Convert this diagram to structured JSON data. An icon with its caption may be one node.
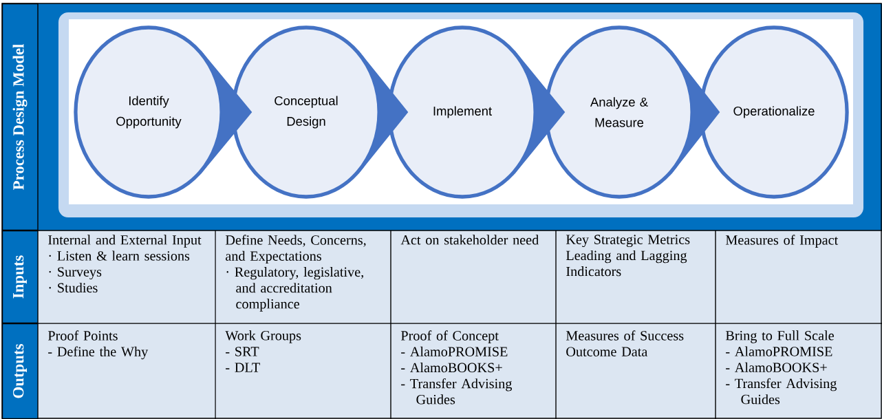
{
  "diagram": {
    "nodes": [
      {
        "text": [
          "Identify Opportunity"
        ]
      },
      {
        "text": [
          "Conceptual Design"
        ]
      },
      {
        "text": [
          "Implement"
        ]
      },
      {
        "text": [
          "Analyze & Measure"
        ]
      },
      {
        "text": [
          "Operationalize"
        ]
      }
    ],
    "edges": [
      {
        "from": 0,
        "to": 1,
        "arrow": "to"
      },
      {
        "from": 1,
        "to": 2,
        "arrow": "to"
      },
      {
        "from": 2,
        "to": 3,
        "arrow": "to"
      },
      {
        "from": 3,
        "to": 4,
        "arrow": "to"
      }
    ],
    "labels": [
      "Process Design Model",
      "Inputs",
      "Internal and External Input",
      "· Listen & learn sessions",
      "· Surveys",
      "· Studies",
      "Define Needs, Concerns, and Expectations",
      "· Regulatory, legislative, and accreditation compliance",
      "Act on stakeholder need",
      "Key Strategic Metrics",
      "Leading and Lagging Indicators",
      "Measures of Impact",
      "Outputs",
      "Proof Points",
      "- Define the Why",
      "Work Groups",
      "- SRT",
      "- DLT",
      "Proof of Concept",
      "- AlamoPROMISE",
      "- AlamoBOOKS+",
      "- Transfer Advising Guides",
      "Measures of Success",
      "Outcome Data",
      "Bring to Full Scale",
      "- AlamoPROMISE",
      "- AlamoBOOKS+",
      "- Transfer Advising Guides"
    ]
  }
}
